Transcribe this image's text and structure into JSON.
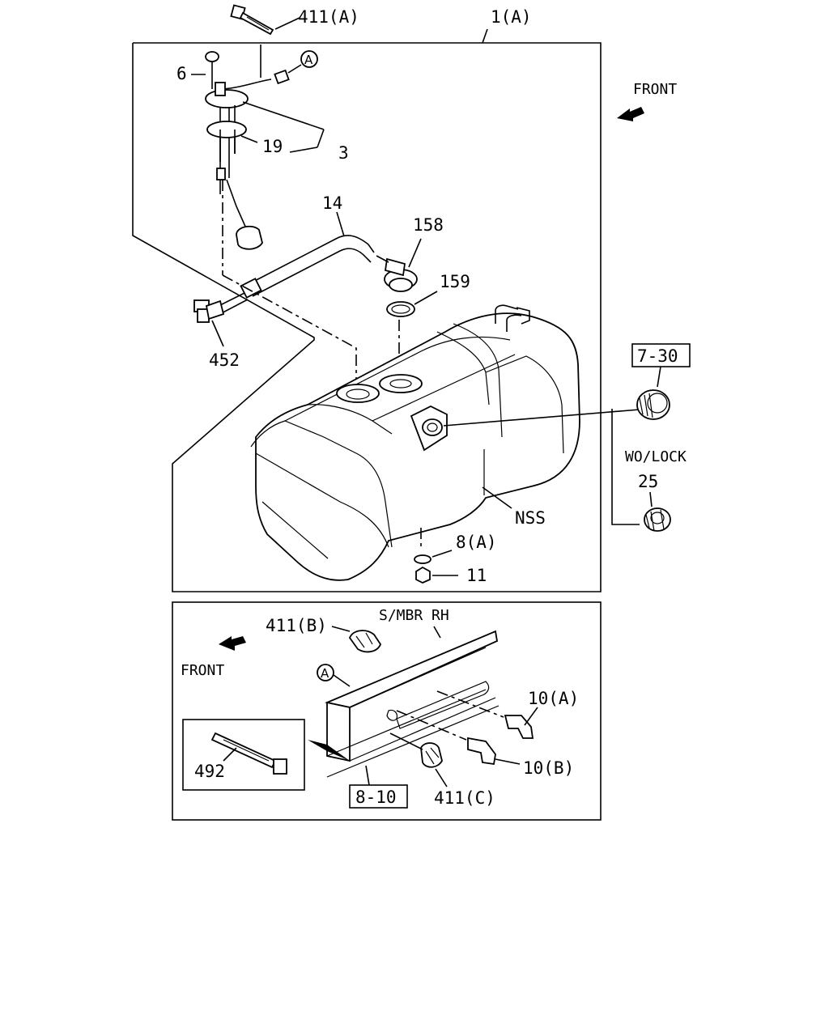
{
  "upper_diagram": {
    "callouts": {
      "c411a": "411(A)",
      "c1a": "1(A)",
      "c6": "6",
      "c19": "19",
      "c3": "3",
      "c14": "14",
      "c158": "158",
      "c159": "159",
      "c452": "452",
      "c730": "7-30",
      "c25": "25",
      "c8a": "8(A)",
      "c11": "11",
      "cnss": "NSS",
      "wo_lock": "WO/LOCK"
    },
    "front_label": "FRONT",
    "circle_ref": "A"
  },
  "lower_diagram": {
    "callouts": {
      "c411b": "411(B)",
      "c411c": "411(C)",
      "c10a": "10(A)",
      "c10b": "10(B)",
      "c810": "8-10",
      "c492": "492",
      "smbr": "S/MBR RH"
    },
    "front_label": "FRONT",
    "circle_ref": "A"
  }
}
